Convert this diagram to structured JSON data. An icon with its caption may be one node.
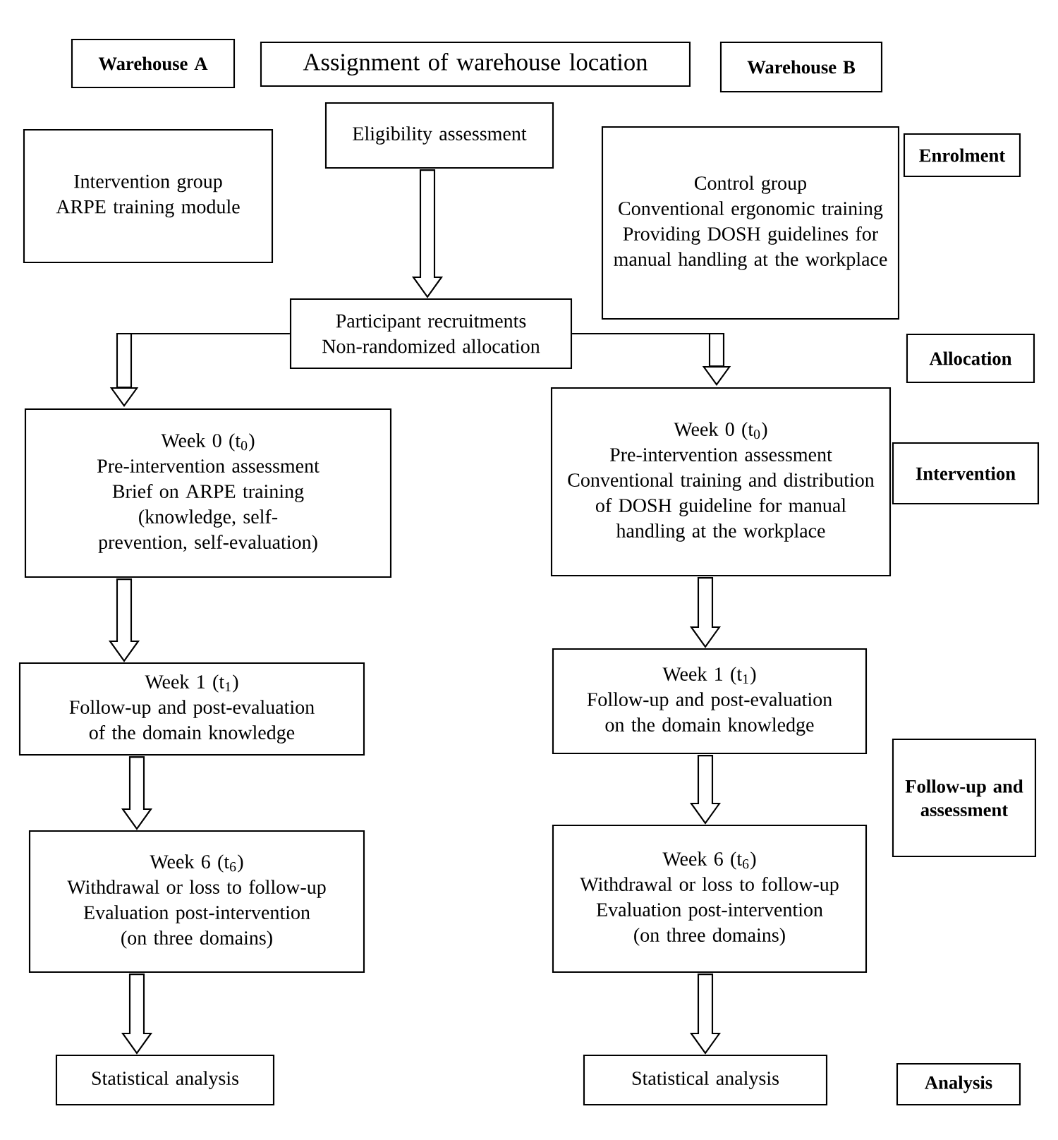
{
  "diagram": {
    "nodes": [
      {
        "text": [
          "Warehouse A"
        ]
      },
      {
        "text": [
          "Assignment of warehouse location"
        ]
      },
      {
        "text": [
          "Warehouse B"
        ]
      },
      {
        "text": [
          "Intervention group",
          "ARPE training module"
        ]
      },
      {
        "text": [
          "Eligibility assessment"
        ]
      },
      {
        "text": [
          "Control group",
          "Conventional ergonomic training",
          "Providing DOSH guidelines for manual handling at the workplace"
        ]
      },
      {
        "text": [
          "Enrolment"
        ]
      },
      {
        "text": [
          "Participant recruitments",
          "Non-randomized allocation"
        ]
      },
      {
        "text": [
          "Allocation"
        ]
      },
      {
        "text": [
          "Week 0 (t$_{0}$)",
          "Pre-intervention assessment",
          "Brief on ARPE training",
          "(knowledge, self-prevention, self-evaluation)"
        ]
      },
      {
        "text": [
          "Week 0 (t$_{0}$)",
          "Pre-intervention assessment",
          "Conventional training and distribution of DOSH guideline for manual handling at the workplace"
        ]
      },
      {
        "text": [
          "Intervention"
        ]
      },
      {
        "text": [
          "Week 1 (t$_{1}$)",
          "Follow-up and post-evaluation of the domain knowledge"
        ]
      },
      {
        "text": [
          "Week 1 (t$_{1}$)",
          "Follow-up and post-evaluation on the domain knowledge"
        ]
      },
      {
        "text": [
          "Follow-up and assessment"
        ]
      },
      {
        "text": [
          "Week 6 (t$_{6}$)",
          "Withdrawal or loss to follow-up",
          "Evaluation post-intervention",
          "(on three domains)"
        ]
      },
      {
        "text": [
          "Week 6 (t$_{6}$)",
          "Withdrawal or loss to follow-up",
          "Evaluation post-intervention",
          "(on three domains)"
        ]
      },
      {
        "text": [
          "Statistical analysis"
        ]
      },
      {
        "text": [
          "Statistical analysis"
        ]
      },
      {
        "text": [
          "Analysis"
        ]
      }
    ],
    "edges": [
      {
        "from": 4,
        "to": 7,
        "arrow": "to"
      },
      {
        "from": 7,
        "to": 9,
        "arrow": "to"
      },
      {
        "from": 7,
        "to": 10,
        "arrow": "to"
      },
      {
        "from": 9,
        "to": 12,
        "arrow": "to"
      },
      {
        "from": 12,
        "to": 15,
        "arrow": "to"
      },
      {
        "from": 15,
        "to": 17,
        "arrow": "to"
      },
      {
        "from": 10,
        "to": 13,
        "arrow": "to"
      },
      {
        "from": 13,
        "to": 16,
        "arrow": "to"
      },
      {
        "from": 16,
        "to": 18,
        "arrow": "to"
      }
    ]
  }
}
